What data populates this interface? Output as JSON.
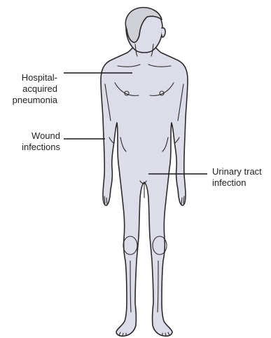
{
  "labels": {
    "pneumonia": "Hospital-\nacquired\npneumonia",
    "wound": "Wound\ninfections",
    "urinary": "Urinary tract\ninfection"
  },
  "colors": {
    "body_fill": "#dcdde9",
    "hair_fill": "#cfd0d5",
    "outline": "#2b2b2b",
    "leader_line": "#1a1a1a",
    "text": "#222222"
  },
  "icons": {
    "figure": "human-body-front-view"
  }
}
